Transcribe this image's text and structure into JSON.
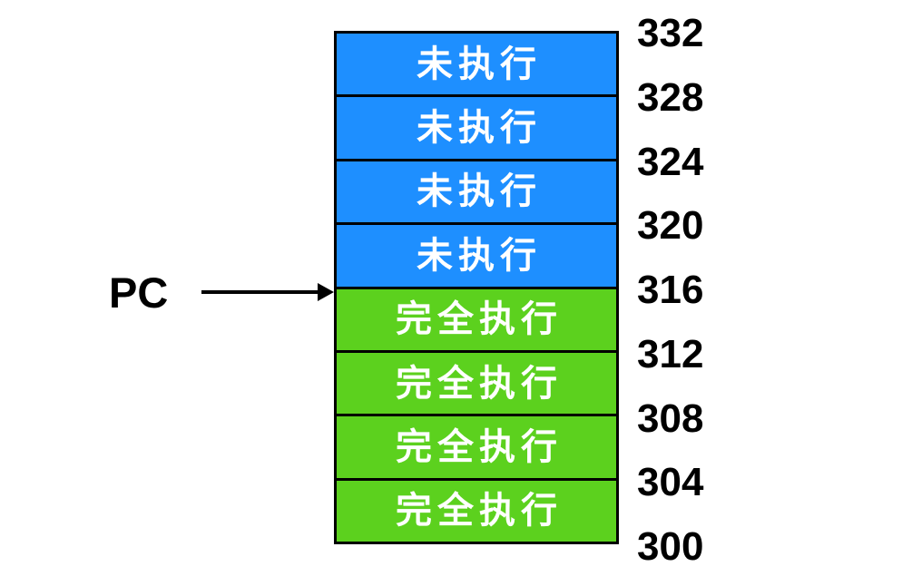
{
  "diagram": {
    "pc_label": "PC",
    "pc_points_to_address": "316",
    "colors": {
      "not_executed_fill": "#1E8FFF",
      "executed_fill": "#5CD11E",
      "border": "#000000",
      "cell_text": "#FFFFFF",
      "address_text": "#000000"
    },
    "cells": [
      {
        "label": "未执行",
        "state": "not_executed"
      },
      {
        "label": "未执行",
        "state": "not_executed"
      },
      {
        "label": "未执行",
        "state": "not_executed"
      },
      {
        "label": "未执行",
        "state": "not_executed"
      },
      {
        "label": "完全执行",
        "state": "executed"
      },
      {
        "label": "完全执行",
        "state": "executed"
      },
      {
        "label": "完全执行",
        "state": "executed"
      },
      {
        "label": "完全执行",
        "state": "executed"
      }
    ],
    "addresses": [
      "332",
      "328",
      "324",
      "320",
      "316",
      "312",
      "308",
      "304",
      "300"
    ]
  }
}
